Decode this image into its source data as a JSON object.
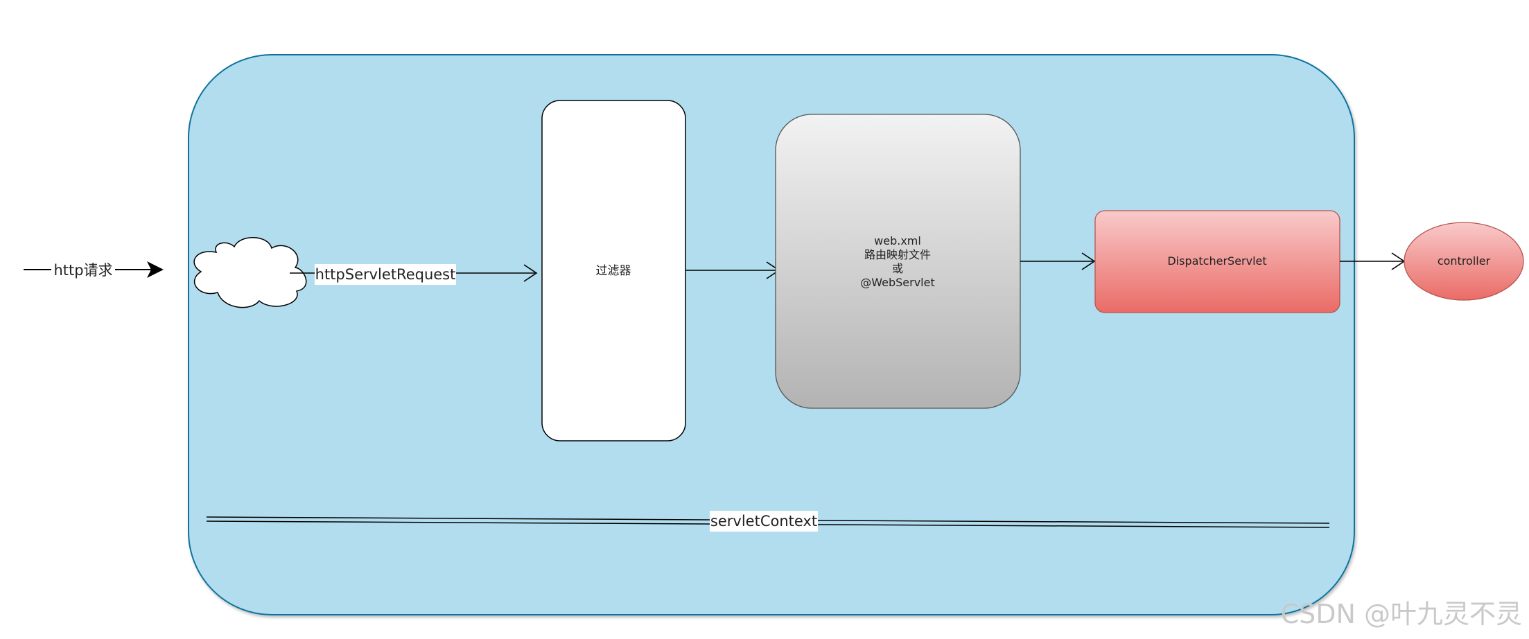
{
  "diagram": {
    "input_label": "http请求",
    "request_label": "httpServletRequest",
    "filter_label": "过滤器",
    "mapping_lines": [
      "web.xml",
      "路由映射文件",
      "或",
      "@WebServlet"
    ],
    "dispatcher_label": "DispatcherServlet",
    "controller_label": "controller",
    "context_label": "servletContext"
  },
  "watermark": "CSDN @叶九灵不灵",
  "colors": {
    "container_fill": "#b1ddef",
    "container_stroke": "#10739e",
    "filter_fill": "#ffffff",
    "mapping_gradient_top": "#f2f2f2",
    "mapping_gradient_bottom": "#b3b3b3",
    "dispatcher_gradient_top": "#f8caca",
    "dispatcher_gradient_bottom": "#ea6b66",
    "controller_gradient_top": "#f8caca",
    "controller_gradient_bottom": "#ea6b66",
    "red_stroke": "#b85450"
  }
}
